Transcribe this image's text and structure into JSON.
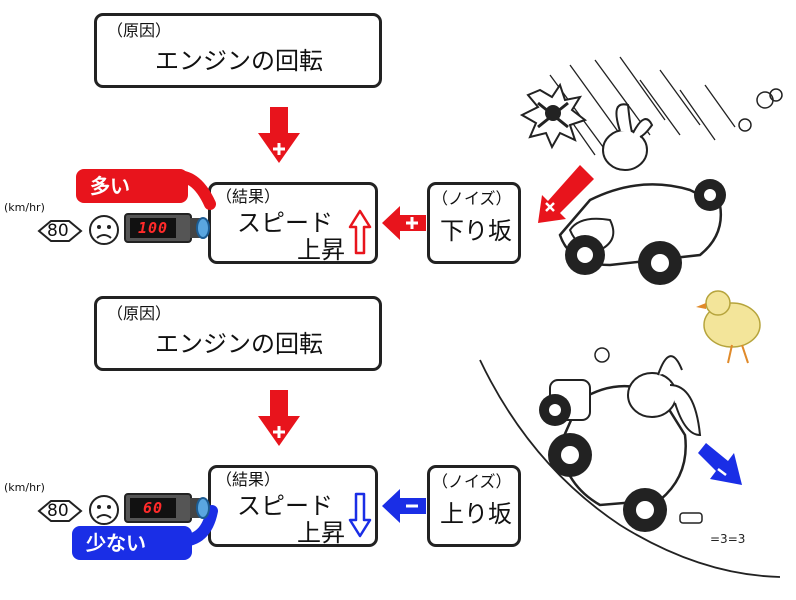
{
  "top": {
    "cause": {
      "tag": "（原因）",
      "text": "エンジンの回転"
    },
    "result": {
      "tag": "（結果）",
      "line1": "スピード",
      "line2": "上昇"
    },
    "noise": {
      "tag": "（ノイズ）",
      "text": "下り坂"
    },
    "callout": "多い",
    "sign_value": "80",
    "unit": "(km/hr)",
    "speed_reading": "100"
  },
  "bottom": {
    "cause": {
      "tag": "（原因）",
      "text": "エンジンの回転"
    },
    "result": {
      "tag": "（結果）",
      "line1": "スピード",
      "line2": "上昇"
    },
    "noise": {
      "tag": "（ノイズ）",
      "text": "上り坂"
    },
    "callout": "少ない",
    "sign_value": "80",
    "unit": "(km/hr)",
    "speed_reading": "60"
  },
  "colors": {
    "red": "#e8141c",
    "blue": "#1a2ee6",
    "lcd_red": "#ff2a2a",
    "box_border": "#222222"
  },
  "icons": {
    "arrow_up": "arrow-up-icon",
    "arrow_down": "arrow-down-icon",
    "plus_arrow": "plus-arrow-icon",
    "minus_arrow": "minus-arrow-icon",
    "sad_face": "sad-face-icon",
    "speed_camera": "speed-camera-icon",
    "skull": "skull-crossbones-icon",
    "chick": "chick-icon",
    "car": "car-icon"
  }
}
